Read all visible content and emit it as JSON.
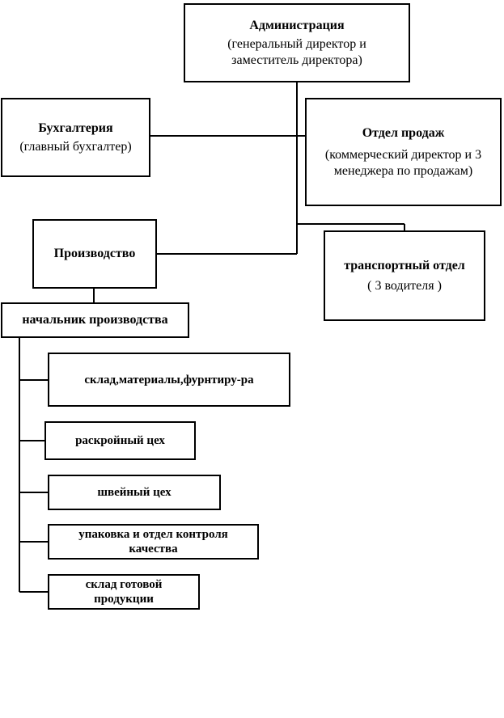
{
  "admin": {
    "title": "Администрация",
    "line1": "(генеральный директор и",
    "line2": "заместитель директора)"
  },
  "accounting": {
    "title": "Бухгалтерия",
    "sub": "(главный бухгалтер)"
  },
  "sales": {
    "title": "Отдел продаж",
    "line1": "(коммерческий директор и 3",
    "line2": "менеджера по продажам)"
  },
  "production": {
    "title": "Производство"
  },
  "transport": {
    "title": "транспортный отдел",
    "sub": "( 3 водителя )"
  },
  "head_production": {
    "title": "начальник производства"
  },
  "units": [
    {
      "line1": "склад,материалы,фурнтиру-ра"
    },
    {
      "line1": "раскройный цех"
    },
    {
      "line1": "швейный цех"
    },
    {
      "line1": "упаковка и отдел контроля",
      "line2": "качества"
    },
    {
      "line1": "склад готовой",
      "line2": "продукции"
    }
  ]
}
